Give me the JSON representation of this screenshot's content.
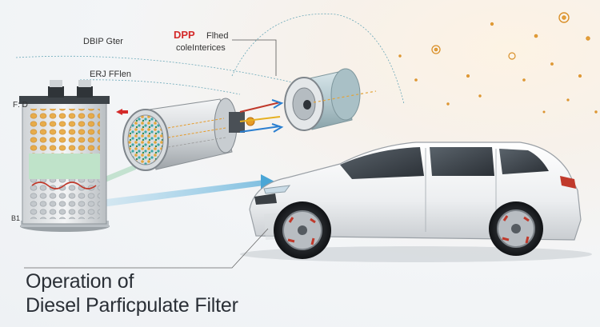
{
  "labels": {
    "dbip": "DBIP Gter",
    "erj": "ERJ FFlen",
    "f": "F: D",
    "b1": "B1",
    "dpp": "DPP",
    "flhed": "Flhed",
    "cole": "coleInterices"
  },
  "title": {
    "line1": "Operation of",
    "line2": "Diesel Parficpulate Filter"
  },
  "colors": {
    "accent_red": "#d42a2a",
    "car_body": "#f4f5f6",
    "filter_teal": "#b8cdd2",
    "particle_orange": "#e09a2a",
    "flow_blue": "#6cb5d8"
  }
}
